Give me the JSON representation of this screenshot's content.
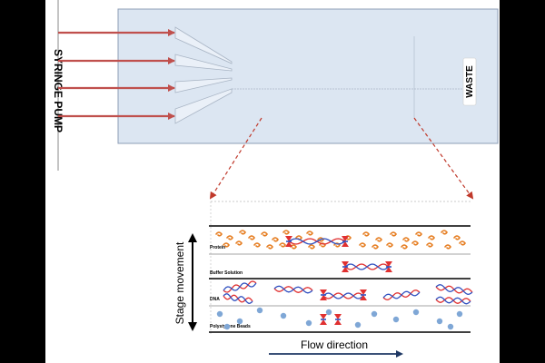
{
  "labels": {
    "syringe_pump": "SYRINGE PUMP",
    "waste": "WASTE",
    "stage_movement": "Stage movement",
    "flow_direction": "Flow direction"
  },
  "lanes": [
    {
      "label": "Protein"
    },
    {
      "label": "Buffer Solution"
    },
    {
      "label": "DNA"
    },
    {
      "label": "Polystyrene Beads"
    }
  ],
  "colors": {
    "inlet_arrow": "#c0504d",
    "chip_fill": "#dce6f2",
    "zoom_lines": "#c0392b",
    "protein": "#e67e22",
    "dna_red": "#e03030",
    "dna_blue": "#3050c0",
    "bead": "#7fa7d6",
    "flow_arrow": "#1f3864",
    "channel_line": "#000000"
  },
  "icons": [
    "double-arrow-icon",
    "flow-arrow-icon",
    "hourglass-marker-icon"
  ]
}
